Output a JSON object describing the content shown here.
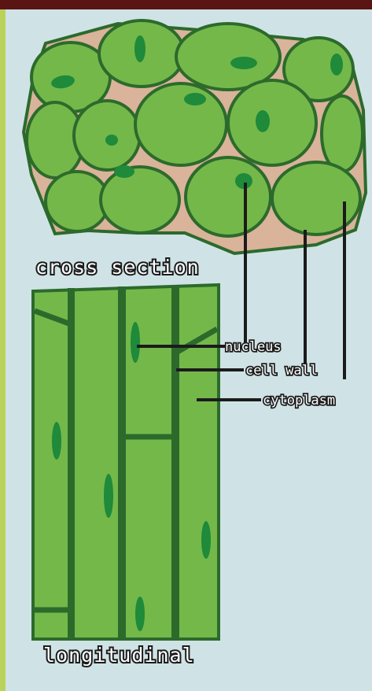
{
  "captions": {
    "cross_section": "cross section",
    "longitudinal": "longitudinal"
  },
  "labels": {
    "nucleus": "nucleus",
    "cell_wall": "cell wall",
    "cytoplasm": "cytoplasm"
  },
  "colors": {
    "background": "#cfe3e6",
    "top_band": "#5a1414",
    "left_edge": "#b9d35a",
    "cytoplasm": "#74b84a",
    "cell_wall": "#2c6a2c",
    "nucleus": "#1e8a3a",
    "intercellular": "#d9b39a",
    "leader_line": "#1b1b1b"
  }
}
